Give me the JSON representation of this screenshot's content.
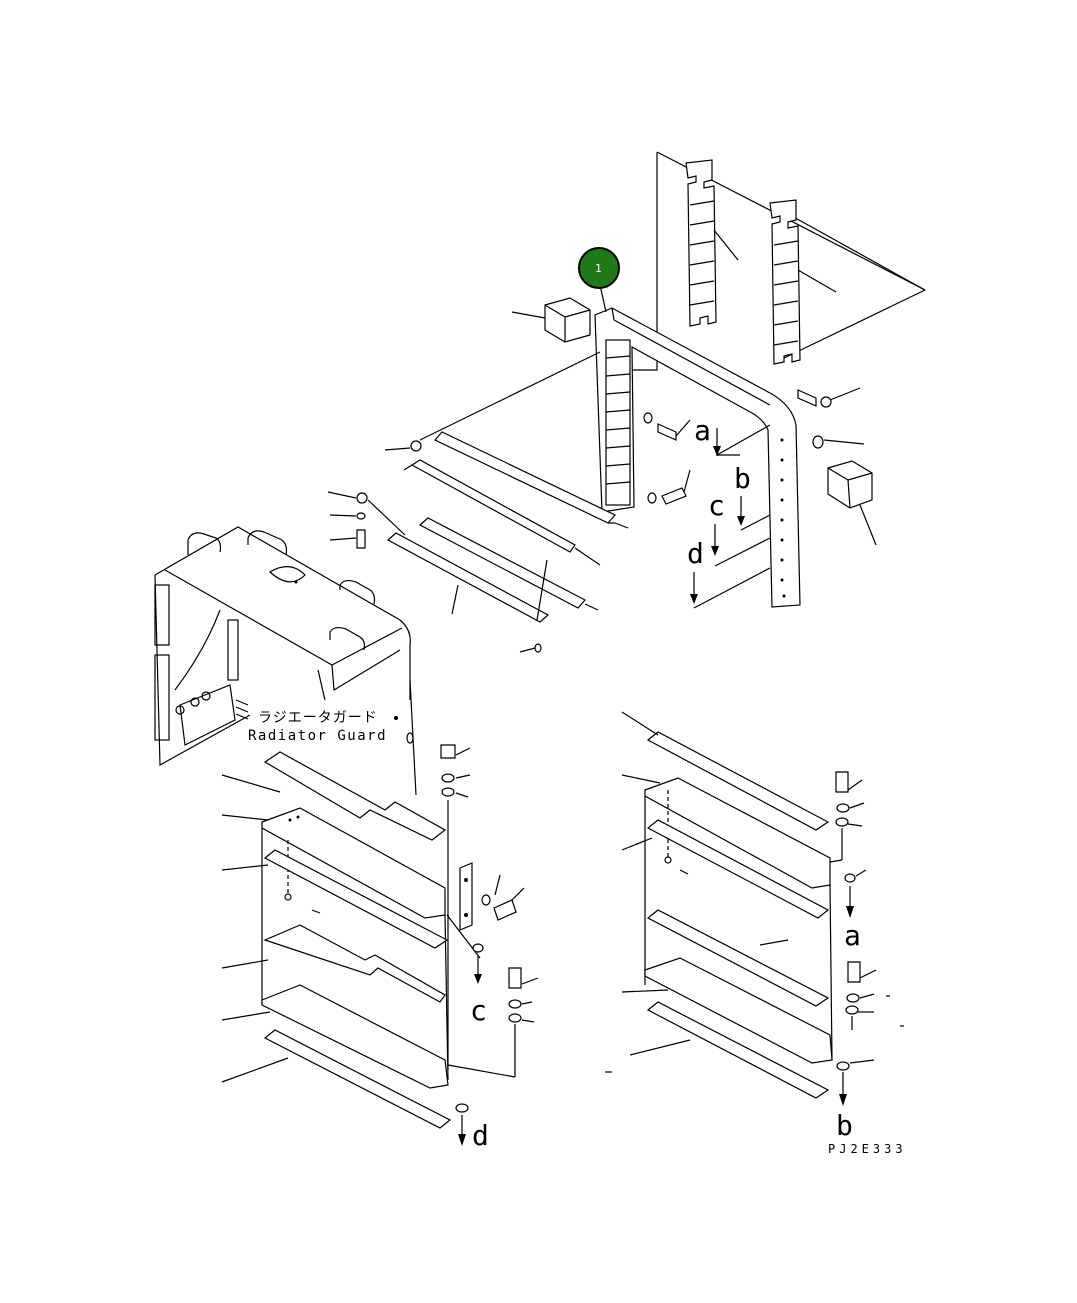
{
  "callout": {
    "number": "1",
    "color": "#1e7a16"
  },
  "guard_label": {
    "japanese": "ラジエータガード",
    "english": "Radiator Guard"
  },
  "section_letters": {
    "a": "a",
    "b": "b",
    "c": "c",
    "d": "d"
  },
  "drawing_code": "PJ2E333"
}
